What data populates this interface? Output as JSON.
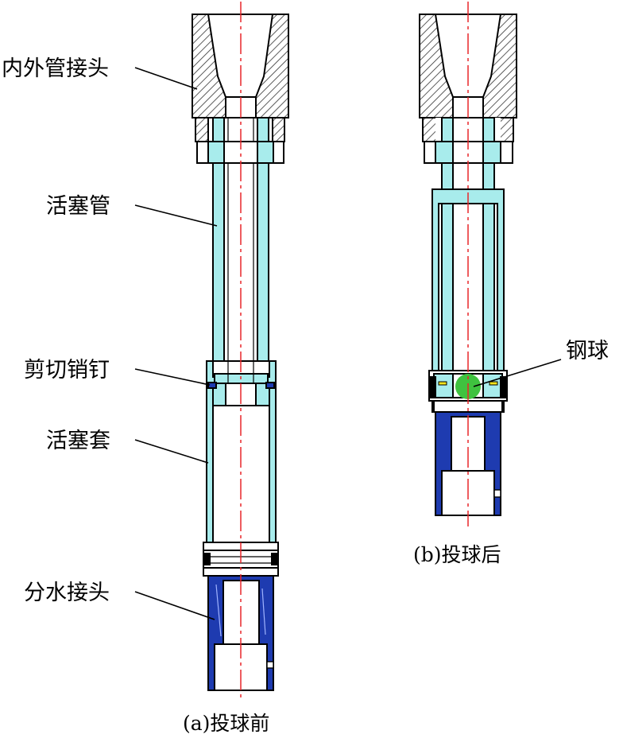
{
  "labels": {
    "inner_outer_joint": "内外管接头",
    "piston_tube": "活塞管",
    "shear_pin": "剪切销钉",
    "piston_sleeve": "活塞套",
    "water_joint": "分水接头",
    "steel_ball": "钢球"
  },
  "captions": {
    "before": "(a)投球前",
    "after": "(b)投球后"
  },
  "colors": {
    "tube_cyan": "#a8ecec",
    "joint_blue": "#1e3bb0",
    "ball_green": "#3fc23f",
    "centerline_red": "#e8262a",
    "pin_yellow": "#f2e21a",
    "hatch": "#333333"
  }
}
